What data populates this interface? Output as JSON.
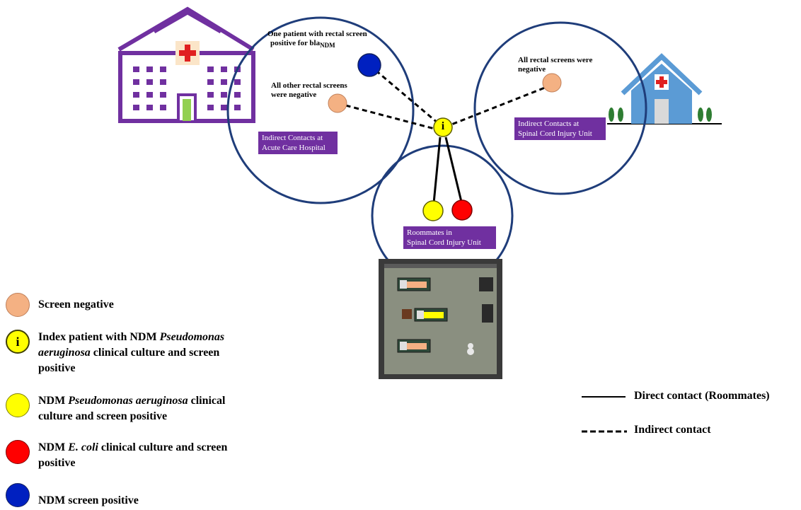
{
  "notes": {
    "blaNDM_line1": "One patient with rectal screen",
    "blaNDM_line2": "positive for bla",
    "blaNDM_sub": "NDM",
    "other_negative_line1": "All other rectal screens",
    "other_negative_line2": "were negative",
    "all_negative_line1": "All rectal screens were",
    "all_negative_line2": "negative",
    "index_marker": "i"
  },
  "boxes": {
    "acute_line1": "Indirect Contacts at",
    "acute_line2": "Acute Care Hospital",
    "spinal_line1": "Indirect Contacts at",
    "spinal_line2": "Spinal Cord Injury Unit",
    "roommates_line1": "Roommates in",
    "roommates_line2": "Spinal Cord Injury Unit"
  },
  "legend": {
    "screen_negative": "Screen negative",
    "index_marker": "i",
    "index_a": "Index patient with NDM ",
    "index_b": "Pseudomonas",
    "index_c": "aeruginosa",
    "index_d": " clinical culture and screen",
    "index_e": "positive",
    "pseudo_a": "NDM ",
    "pseudo_b": "Pseudomonas aeruginosa",
    "pseudo_c": " clinical",
    "pseudo_d": "culture and screen positive",
    "ecoli_a": "NDM ",
    "ecoli_b": "E. coli",
    "ecoli_c": " clinical culture and screen",
    "ecoli_d": "positive",
    "screen_positive": "NDM screen positive",
    "direct": "Direct contact (Roommates)",
    "indirect": "Indirect contact"
  },
  "colors": {
    "circle_stroke": "#1f3d7a",
    "screen_negative": "#f4b183",
    "index_yellow": "#ffff00",
    "ecoli_red": "#ff0000",
    "ndm_blue": "#0020c0",
    "purple_box": "#7030a0",
    "hospital_purple": "#7030a0",
    "house_blue": "#5b9bd5"
  },
  "icons": {
    "acute_hospital": "hospital-building-icon",
    "spinal_unit": "house-clinic-icon",
    "room": "room-floorplan-image"
  }
}
